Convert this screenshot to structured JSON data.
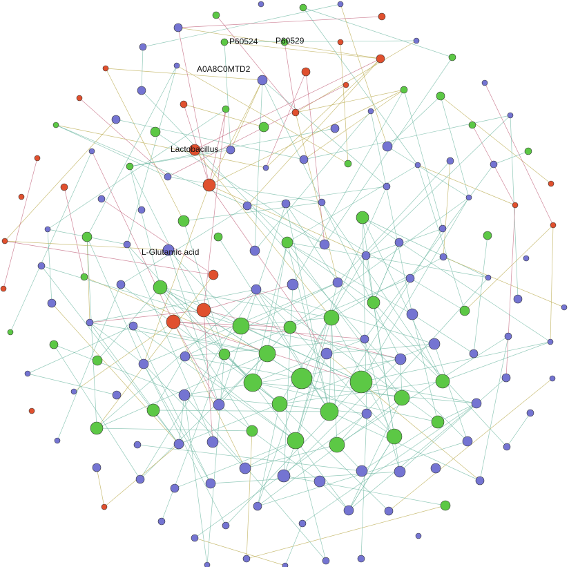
{
  "legend_colors": {
    "green": "#5cc845",
    "blue": "#7474d2",
    "red": "#e0502e",
    "edge_teal": "#6fb8a3",
    "edge_pink": "#c0607a",
    "edge_olive": "#b8a84a"
  },
  "labels": {
    "p60524": "P60524",
    "p60529": "P60529",
    "a0a8c0mtd2": "A0A8C0MTD2",
    "lactobacillus": "Lactobacillus",
    "l_glutamic_acid": "L-Glutamic acid"
  }
}
